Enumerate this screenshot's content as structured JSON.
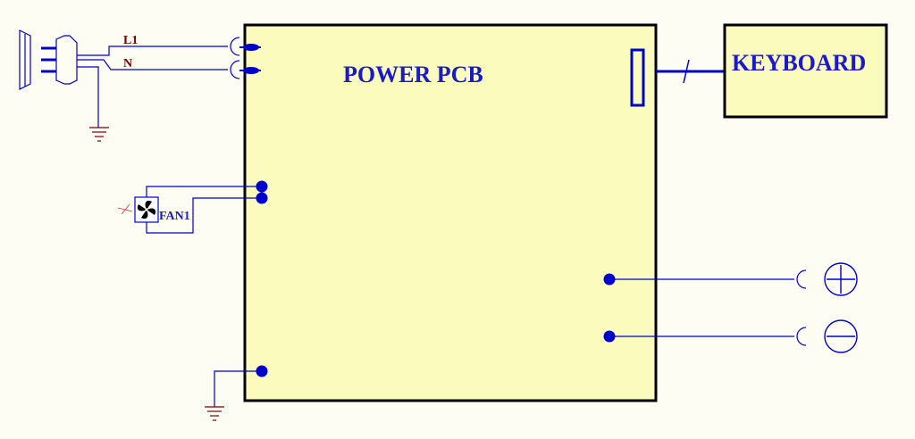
{
  "labels": {
    "pcb": "POWER PCB",
    "keyboard": "KEYBOARD",
    "l1": "L1",
    "n": "N",
    "fan": "FAN1"
  },
  "colors": {
    "background": "#fdfdf3",
    "board_fill": "#fbfbbe",
    "board_stroke": "#000000",
    "wire": "#0000cc",
    "text_blue": "#1a1acc",
    "text_dark_red": "#7a0000",
    "ground": "#7a0000"
  },
  "icons": {
    "plug": "power-plug-icon",
    "fan": "fan-icon",
    "ground": "ground-icon",
    "plus": "plus-terminal-icon",
    "minus": "minus-terminal-icon"
  }
}
